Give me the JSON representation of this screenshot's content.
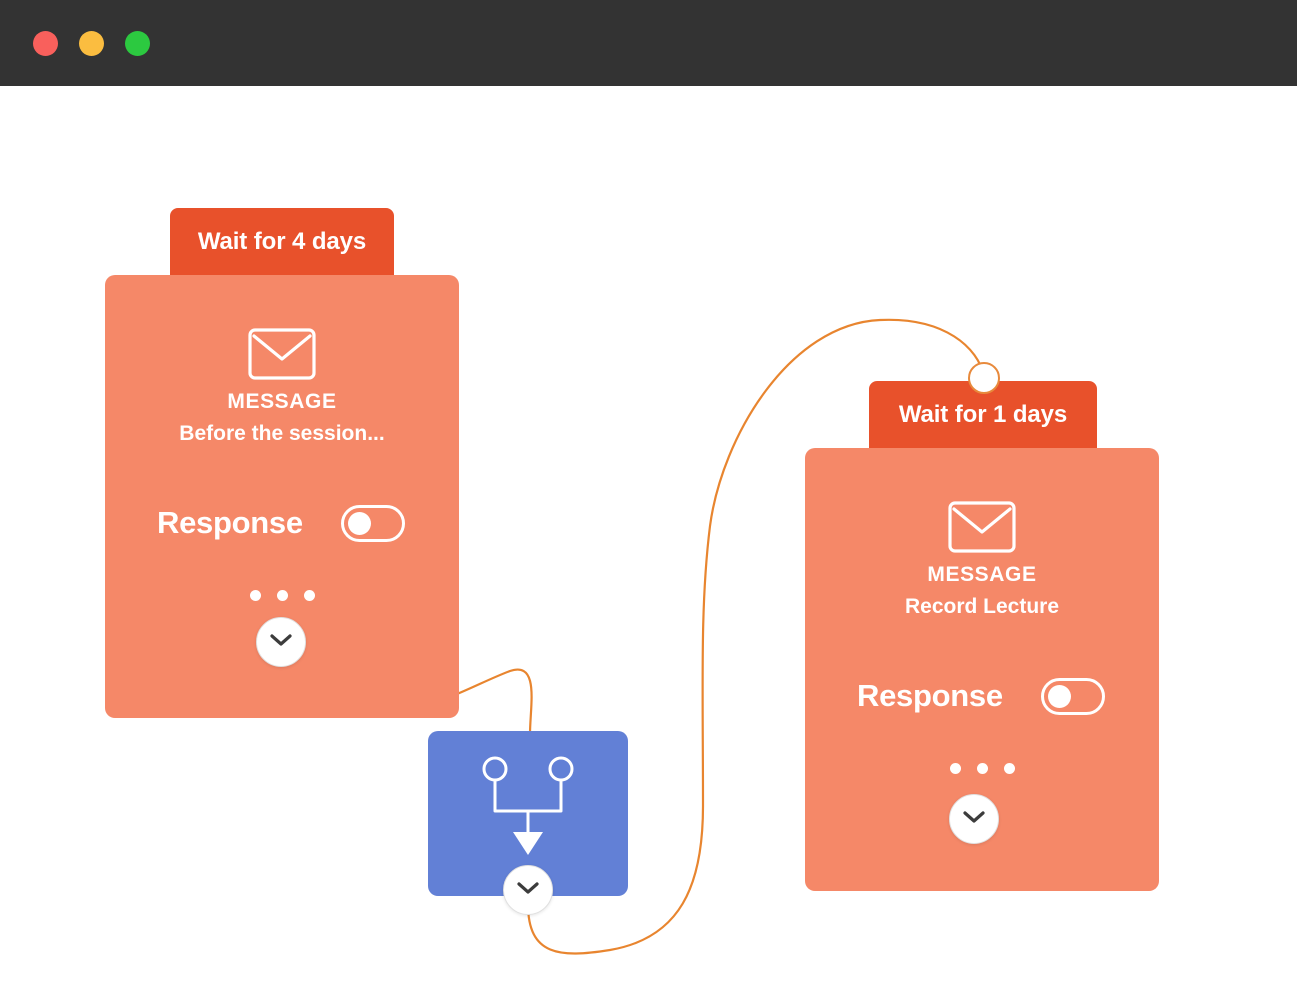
{
  "window": {
    "titlebar_color": "#333333",
    "controls": [
      {
        "name": "close",
        "color": "#F9605C"
      },
      {
        "name": "minimize",
        "color": "#FBBD40"
      },
      {
        "name": "maximize",
        "color": "#2CC940"
      }
    ]
  },
  "colors": {
    "header_orange": "#E8512B",
    "card_salmon": "#F58868",
    "merge_blue": "#6280D6",
    "edge_orange": "#E8852F",
    "canvas": "#FFFFFF",
    "chevron_glyph": "#3C3C3C"
  },
  "canvas": {
    "nodes": [
      {
        "id": "message-1",
        "type": "message",
        "header_label": "Wait for 4 days",
        "icon": "envelope-icon",
        "kind_label": "MESSAGE",
        "subtitle": "Before the session...",
        "response_label": "Response",
        "response_toggle_state": "off",
        "pager_dots": 3,
        "expand_icon": "chevron-down-icon"
      },
      {
        "id": "merge-1",
        "type": "merge",
        "icon": "merge-arrow-icon",
        "expand_icon": "chevron-down-icon"
      },
      {
        "id": "message-2",
        "type": "message",
        "header_label": "Wait for 1 days",
        "icon": "envelope-icon",
        "kind_label": "MESSAGE",
        "subtitle": "Record Lecture",
        "response_label": "Response",
        "response_toggle_state": "off",
        "pager_dots": 3,
        "expand_icon": "chevron-down-icon",
        "has_inbound_port": true
      }
    ],
    "edges": [
      {
        "id": "edge-message1-to-merge",
        "from": "message-1",
        "to": "merge-1"
      },
      {
        "id": "edge-merge-to-message2",
        "from": "merge-1",
        "to": "message-2"
      }
    ]
  }
}
